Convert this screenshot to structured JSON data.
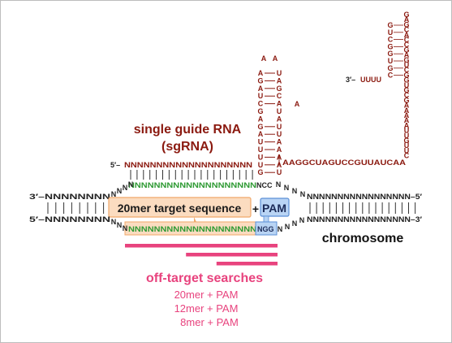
{
  "colors": {
    "sgrna": "#8b1a10",
    "chromosome": "#222222",
    "guide_match": "#2e9a33",
    "offtarget": "#e8437e",
    "target_box_fill": "#fbdcc0",
    "target_box_stroke": "#f0a86a",
    "pam_box_fill": "#b9d4f4",
    "pam_box_stroke": "#5b8fd6",
    "pam_text": "#1b2a57"
  },
  "sgrna": {
    "title_line1": "single guide RNA",
    "title_line2": "(sgRNA)",
    "five_prime": "5′–",
    "three_prime": "3′–",
    "spacer": "NNNNNNNNNNNNNNNNNNNN",
    "linker_3": "AAGGCUAGUCCGUUAUCAA",
    "tail_3": "UUUU",
    "stem1_left": [
      "A",
      "G",
      "A",
      "U",
      "C",
      "G",
      "A",
      "G",
      "A",
      "U",
      "U",
      "U",
      "U",
      "G"
    ],
    "stem1_right": [
      "U",
      "A",
      "G",
      "C",
      "A",
      "U",
      "A",
      "U",
      "U",
      "A",
      "A",
      "A",
      "A",
      "U"
    ],
    "loop1": [
      "A",
      "A"
    ],
    "bulge": "A",
    "stem2_left": [
      "G",
      "U",
      "C",
      "G",
      "G",
      "U",
      "G",
      "C"
    ],
    "stem2_right": [
      "G",
      "A",
      "G",
      "C",
      "A",
      "C",
      "C",
      "G",
      "A",
      "G",
      "U",
      "C",
      "G",
      "G",
      "U",
      "G",
      "C",
      "G",
      "A",
      "A",
      "A",
      "A",
      "A",
      "U",
      "U",
      "G",
      "U",
      "U",
      "C"
    ]
  },
  "chromosome": {
    "label": "chromosome",
    "top_left": "3′–NNNNNNNN",
    "top_right": "NNNNNNNNNNNNNNNNN–5′",
    "bottom_left": "5′–NNNNNNNN",
    "bottom_right": "NNNNNNNNNNNNNNNNN–3′",
    "top_target": "NNNNNNNNNNNNNNNNNNNN",
    "top_pam": "NCC",
    "bottom_target": "NNNNNNNNNNNNNNNNNNNN",
    "bottom_pam": "NGG",
    "hinge_chars": [
      "N",
      "N",
      "N",
      "N"
    ]
  },
  "labels": {
    "target_box": "20mer target sequence",
    "plus": "+",
    "pam_box": "PAM"
  },
  "offtarget": {
    "title": "off-target searches",
    "items": [
      "20mer + PAM",
      "12mer + PAM",
      "8mer + PAM"
    ],
    "bar_fractions": [
      1.0,
      0.6,
      0.4
    ]
  }
}
